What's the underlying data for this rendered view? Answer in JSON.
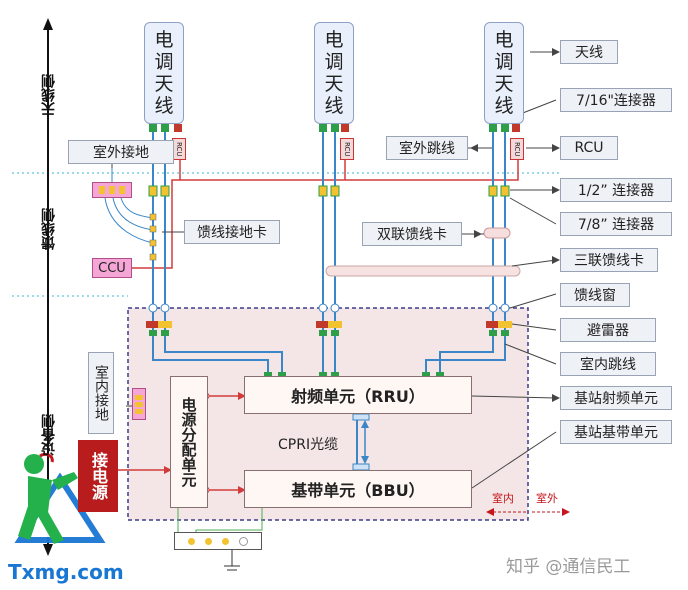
{
  "sides": {
    "antenna_side": "天线侧",
    "feeder_side": "馈线侧",
    "equipment_side": "设备侧"
  },
  "antennas": [
    {
      "label": "电调天线"
    },
    {
      "label": "电调天线"
    },
    {
      "label": "电调天线"
    }
  ],
  "rcu_tag": "RCU",
  "left_labels": {
    "outdoor_ground": "室外接地",
    "feeder_ground_card": "馈线接地卡",
    "ccu": "CCU",
    "indoor_ground": "室内接地",
    "power_in": "接电源"
  },
  "middle_labels": {
    "outdoor_jumper": "室外跳线",
    "dual_feeder_card": "双联馈线卡"
  },
  "right_labels": [
    "天线",
    "7/16\"连接器",
    "RCU",
    "1/2” 连接器",
    "7/8” 连接器",
    "三联馈线卡",
    "馈线窗",
    "避雷器",
    "室内跳线",
    "基站射频单元",
    "基站基带单元"
  ],
  "units": {
    "rru": "射频单元（RRU）",
    "bbu": "基带单元（BBU）",
    "power_dist": "电源分配单元",
    "cpri": "CPRI光缆"
  },
  "indoor_outdoor": {
    "indoor": "室内",
    "outdoor": "室外"
  },
  "watermark": {
    "brand": "知乎 @通信民工",
    "site": "Txmg.com"
  },
  "colors": {
    "feeder": "#3a86c8",
    "rcu_line": "#d23b3b",
    "ground": "#4caf50",
    "indoor_bg": "#f4e6e6",
    "logo_green": "#24b04a",
    "logo_red": "#c4161c"
  }
}
